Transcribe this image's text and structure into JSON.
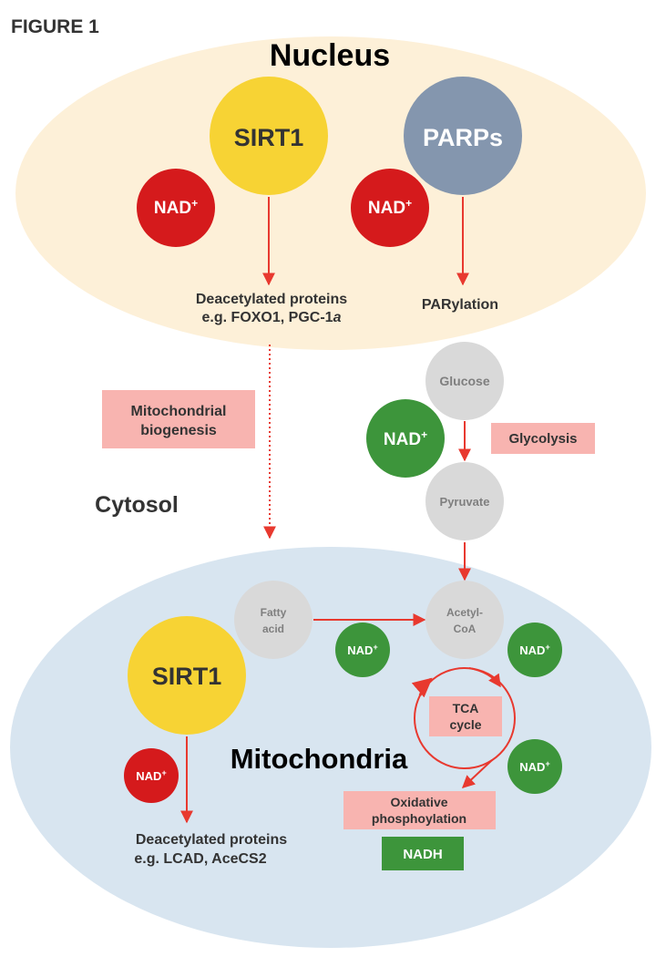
{
  "figure_label": "FIGURE 1",
  "nucleus": {
    "title": "Nucleus",
    "sirt1": "SIRT1",
    "parps": "PARPs",
    "nad_sirt1": "NAD",
    "nad_parps": "NAD",
    "deacetylated_line1": "Deacetylated proteins",
    "deacetylated_line2_prefix": "e.g. FOXO1, PGC-1",
    "deacetylated_line2_italic": "a",
    "parylation": "PARylation"
  },
  "cytosol": {
    "title": "Cytosol",
    "mito_biogenesis_line1": "Mitochondrial",
    "mito_biogenesis_line2": "biogenesis",
    "glucose": "Glucose",
    "pyruvate": "Pyruvate",
    "glycolysis": "Glycolysis",
    "nad_glycolysis": "NAD"
  },
  "mitochondria": {
    "title": "Mitochondria",
    "sirt1": "SIRT1",
    "nad_sirt1": "NAD",
    "fatty_acid_line1": "Fatty",
    "fatty_acid_line2": "acid",
    "acetyl_coa_line1": "Acetyl-",
    "acetyl_coa_line2": "CoA",
    "nad_fatty": "NAD",
    "nad_acetyl": "NAD",
    "nad_tca": "NAD",
    "tca_line1": "TCA",
    "tca_line2": "cycle",
    "oxphos_line1": "Oxidative",
    "oxphos_line2": "phosphoylation",
    "nadh": "NADH",
    "deacetylated_line1": "Deacetylated proteins",
    "deacetylated_line2": "e.g. LCAD, AceCS2"
  },
  "superscript_plus": "+",
  "colors": {
    "nucleus_fill": "#fdf0d8",
    "mito_fill": "#d8e5f0",
    "sirt1_yellow": "#f7d334",
    "parps_blue": "#8496ae",
    "nad_red": "#d51a1c",
    "nad_green": "#3d953b",
    "metabolite_grey": "#d9d9d9",
    "pink_box": "#f8b4b0",
    "arrow_red": "#e8392f",
    "text_dark": "#333333"
  }
}
